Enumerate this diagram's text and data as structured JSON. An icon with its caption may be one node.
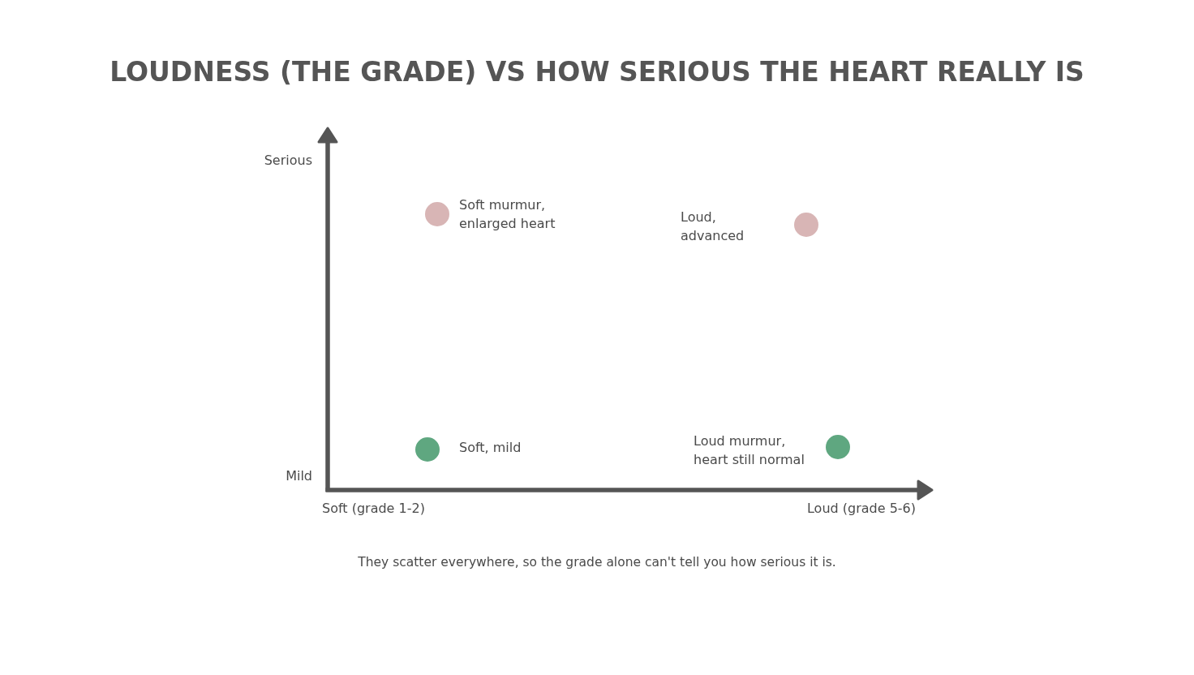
{
  "diagram": {
    "title": "LOUDNESS (THE GRADE) VS HOW SERIOUS THE HEART REALLY IS",
    "caption": "They scatter everywhere, so the grade alone can't tell you how serious it is.",
    "nodes": [
      {
        "text": [],
        "shape": "circle",
        "beside": [
          "Soft murmur, enlarged heart"
        ]
      },
      {
        "text": [],
        "shape": "circle",
        "beside": [
          "Loud, advanced"
        ]
      },
      {
        "text": [],
        "shape": "circle",
        "beside": [
          "Soft, mild"
        ]
      },
      {
        "text": [],
        "shape": "circle",
        "beside": [
          "Loud murmur, heart still normal"
        ]
      }
    ],
    "labels": [
      "Serious",
      "Mild",
      "Soft (grade 1-2)",
      "Loud (grade 5-6)"
    ]
  }
}
